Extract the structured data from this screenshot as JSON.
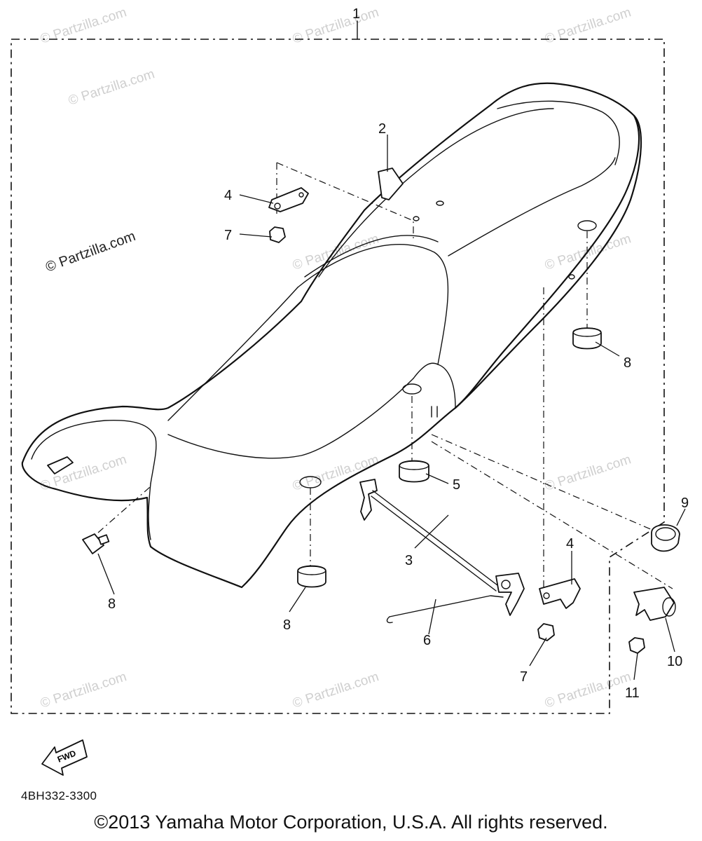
{
  "diagram": {
    "callouts": [
      "1",
      "2",
      "3",
      "4",
      "4",
      "5",
      "6",
      "7",
      "7",
      "8",
      "8",
      "8",
      "9",
      "10",
      "11"
    ],
    "watermarks": [
      "© Partzilla.com",
      "© Partzilla.com",
      "© Partzilla.com",
      "© Partzilla.com",
      "© Partzilla.com",
      "© Partzilla.com",
      "© Partzilla.com",
      "© Partzilla.com",
      "© Partzilla.com",
      "© Partzilla.com",
      "© Partzilla.com",
      "© Partzilla.com",
      "© Partzilla.com"
    ],
    "direction_label": "FWD",
    "drawing_code": "4BH332-3300",
    "copyright": "©2013  Yamaha Motor Corporation, U.S.A. All rights reserved.",
    "icons": [
      "forward-arrow-icon"
    ]
  }
}
